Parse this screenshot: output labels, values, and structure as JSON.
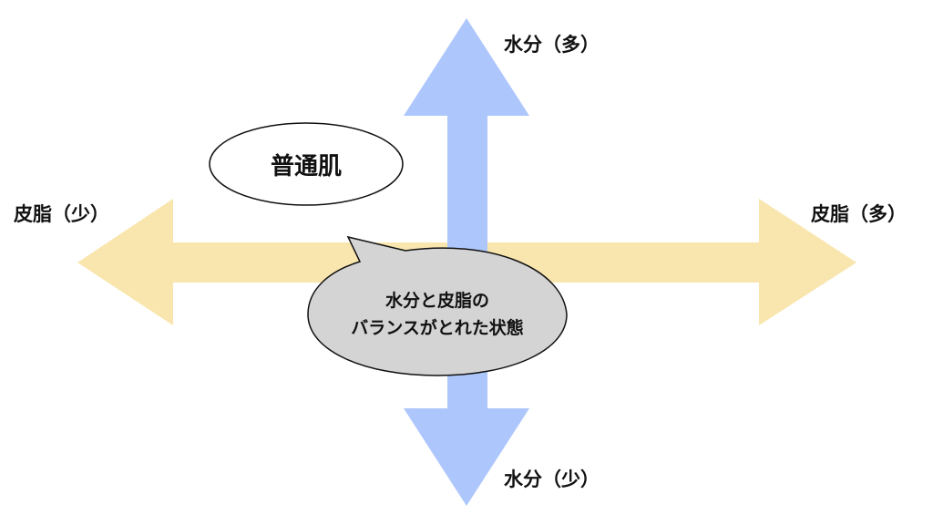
{
  "colors": {
    "horizontal_arrow": "#f9e6ae",
    "vertical_arrow": "#adc6fb",
    "callout_fill": "#d4d4d4"
  },
  "axes": {
    "water_high": "水分（多）",
    "water_low": "水分（少）",
    "sebum_low": "皮脂（少）",
    "sebum_high": "皮脂（多）"
  },
  "skin_type": "普通肌",
  "callout": {
    "line1": "水分と皮脂の",
    "line2": "バランスがとれた状態"
  }
}
